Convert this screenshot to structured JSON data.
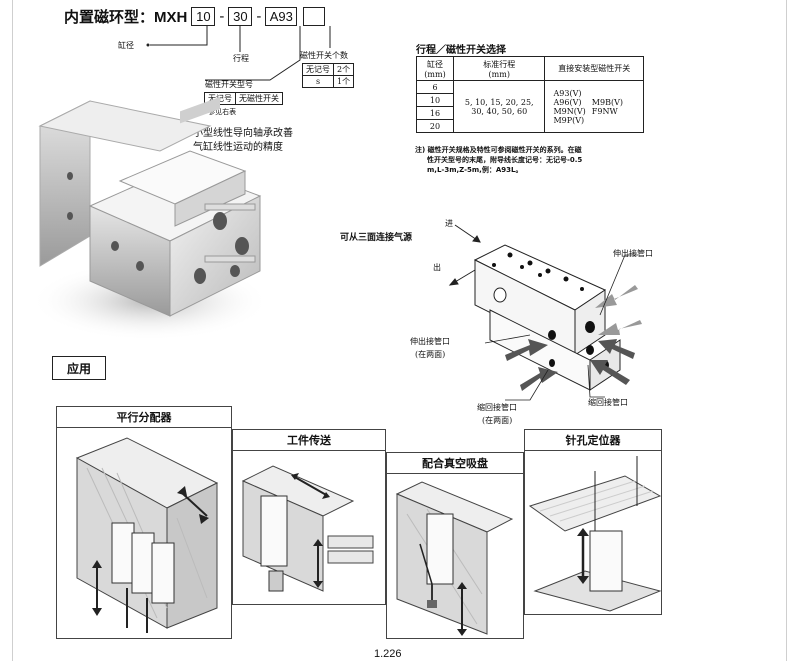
{
  "header": {
    "title": "内置磁环型：MXH",
    "code_bore": "10",
    "code_stroke": "30",
    "code_switch": "A93",
    "sep1": "-",
    "sep2": "-"
  },
  "labels": {
    "bore": "缸径",
    "stroke": "行程",
    "switch_count_title": "磁性开关个数",
    "switch_type": "磁性开关型号",
    "see_right": "•参见右表",
    "feature_line1": "小型线性导向轴承改善",
    "feature_line2": "气缸线性运动的精度"
  },
  "switch_count_table": [
    [
      "无记号",
      "2个"
    ],
    [
      "s",
      "1个"
    ]
  ],
  "switch_type_table": [
    [
      "无记号",
      "无磁性开关"
    ]
  ],
  "selection": {
    "title": "行程／磁性开关选择",
    "headers": [
      "缸径\n(mm)",
      "标准行程\n(mm)",
      "直接安装型磁性开关"
    ],
    "bores": [
      "6",
      "10",
      "16",
      "20"
    ],
    "strokes_line1": "5, 10, 15, 20, 25,",
    "strokes_line2": "30, 40, 50, 60",
    "switches_col1": [
      "A93(V)",
      "A96(V)",
      "M9N(V)",
      "M9P(V)"
    ],
    "switches_col2": [
      "M9B(V)",
      "F9NW"
    ],
    "note_line1": "注) 磁性开关规格及特性可参阅磁性开关的系列。在磁",
    "note_line2": "性开关型号的末尾，附导线长度记号：无记号-0.5",
    "note_line3": "m,L-3m,Z-5m,例：A93L。"
  },
  "ports": {
    "title": "可从三面连接气源",
    "in": "进",
    "out": "出",
    "extend_port_right": "伸出接管口",
    "extend_port_left": "伸出接管口",
    "both_sides_1": "(在两面)",
    "retract_port_left": "缩回接管口",
    "both_sides_2": "(在两面)",
    "retract_port_right": "缩回接管口"
  },
  "applications": {
    "section_title": "应用",
    "items": [
      {
        "title": "平行分配器"
      },
      {
        "title": "工件传送"
      },
      {
        "title": "配合真空吸盘"
      },
      {
        "title": "针孔定位器"
      }
    ]
  },
  "footer": {
    "page_number": "1.226"
  }
}
